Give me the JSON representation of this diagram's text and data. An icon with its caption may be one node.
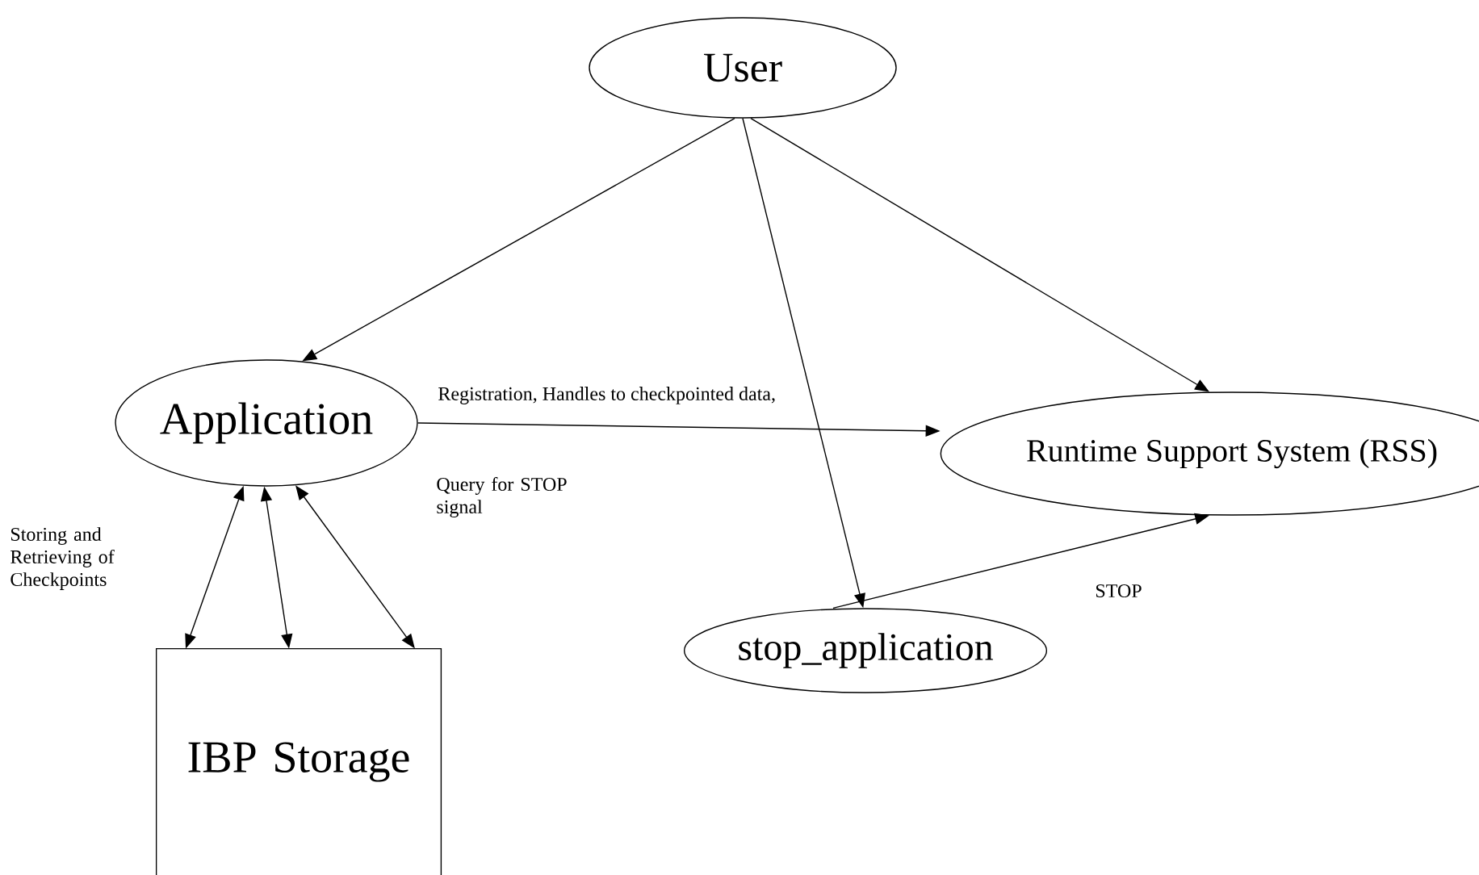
{
  "diagram": {
    "nodes": [
      {
        "text": [
          "User"
        ]
      },
      {
        "text": [
          "Application"
        ]
      },
      {
        "text": [
          "Runtime Support System (RSS)"
        ]
      },
      {
        "text": [
          "stop_application"
        ]
      },
      {
        "text": [
          "IBP Storage"
        ]
      }
    ],
    "edges": [
      {
        "from": 0,
        "to": 1,
        "arrow": "to"
      },
      {
        "from": 0,
        "to": 3,
        "arrow": "to"
      },
      {
        "from": 0,
        "to": 2,
        "arrow": "to"
      },
      {
        "from": 1,
        "to": 2,
        "arrow": "to",
        "label": "Registration, Handles to checkpointed data,"
      },
      {
        "from": 3,
        "to": 2,
        "arrow": "to",
        "label": "STOP"
      },
      {
        "from": 1,
        "to": 4,
        "arrow": "both"
      },
      {
        "from": 1,
        "to": 4,
        "arrow": "both"
      },
      {
        "from": 1,
        "to": 4,
        "arrow": "both"
      }
    ],
    "labels": [
      "Query for STOP signal",
      "Storing and Retrieving of Checkpoints"
    ]
  }
}
